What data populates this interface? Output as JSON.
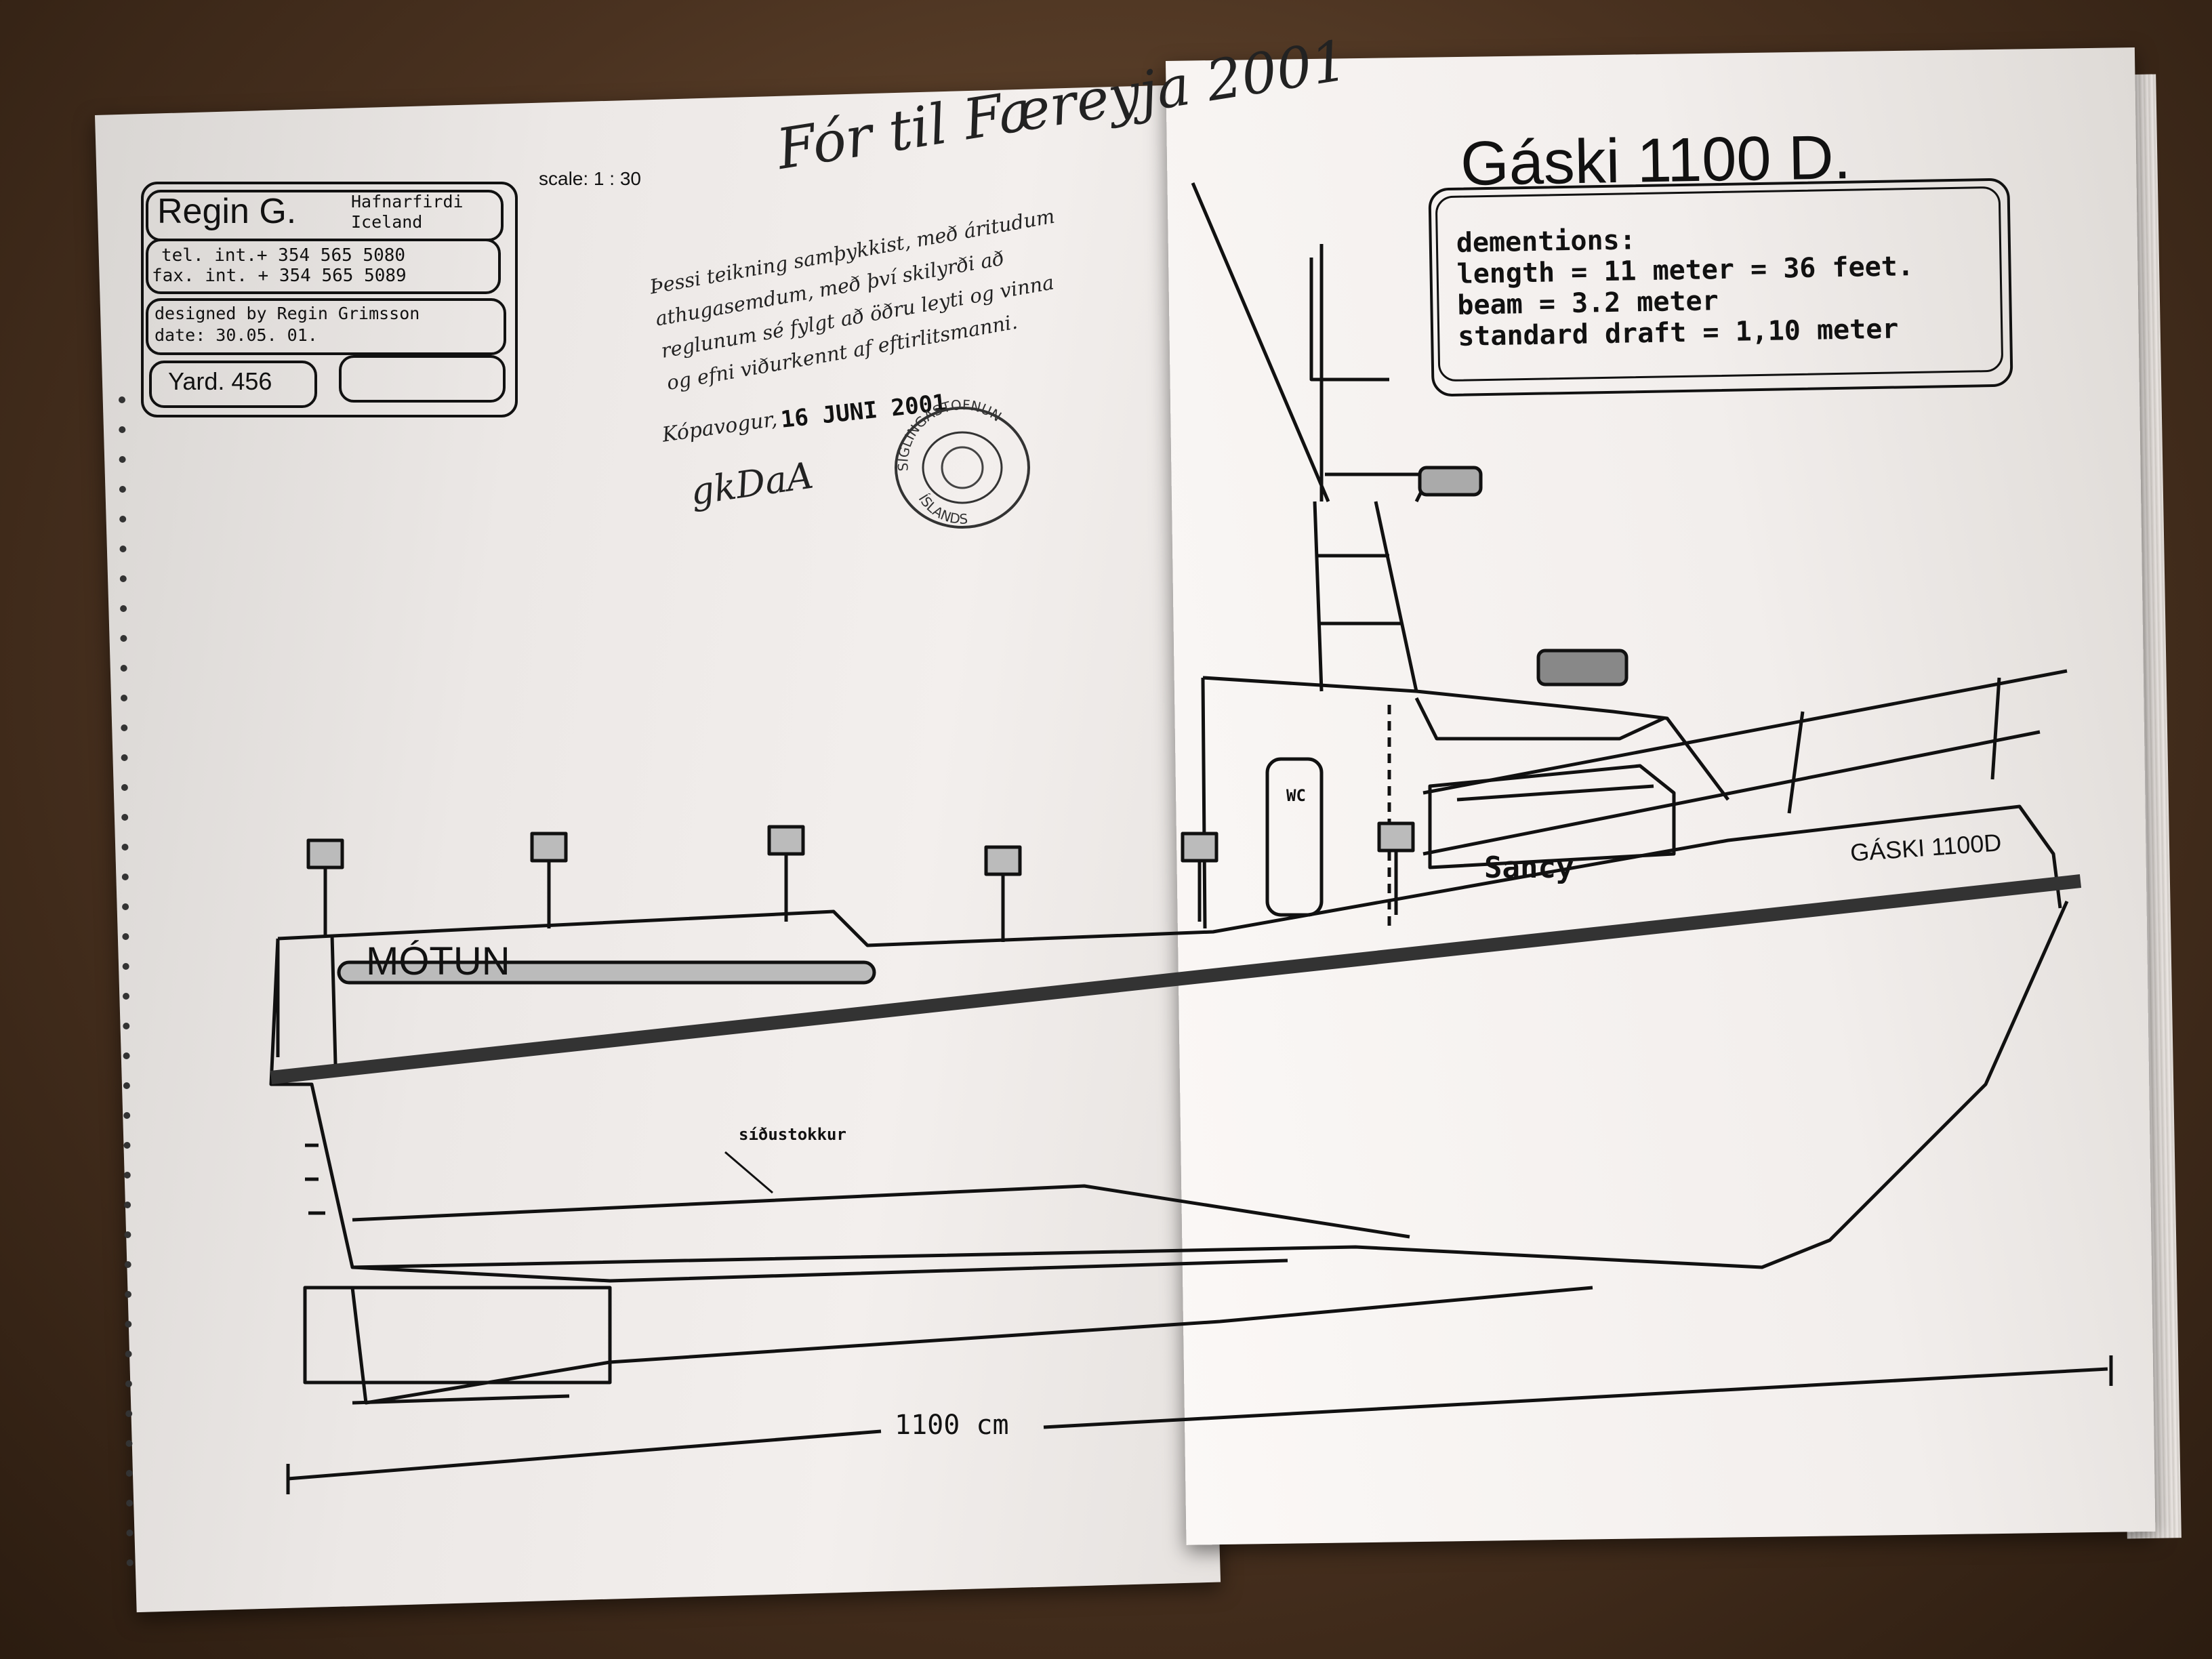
{
  "title_block": {
    "company": "Regin G.",
    "town": "Hafnarfirdi",
    "country": "Iceland",
    "tel": "tel. int.+ 354 565 5080",
    "fax": "fax. int. + 354 565 5089",
    "designer": "designed by Regin Grimsson",
    "date": "date: 30.05. 01.",
    "yard": "Yard. 456"
  },
  "scale": "scale: 1 : 30",
  "handwritten_note": "Fór til Færeyja 2001",
  "approval": {
    "line1": "Þessi teikning samþykkist, með áritudum",
    "line2": "athugasemdum, með því skilyrði að",
    "line3": "reglunum sé fylgt að öðru leyti og vinna",
    "line4": "og efni viðurkennt af eftirlitsmanni.",
    "place": "Kópavogur,",
    "date": "16 JUNI 2001",
    "signature": "gkDaA",
    "stamp_top": "SIGLINGASTOFNUN",
    "stamp_bottom": "ÍSLANDS"
  },
  "boat_title": "Gáski 1100 D.",
  "dimensions": {
    "heading": "dementions:",
    "length": "length = 11 meter = 36 feet.",
    "beam": "beam = 3.2 meter",
    "draft": "standard draft = 1,10 meter"
  },
  "drawing": {
    "hull_brand": "MÓTUN",
    "boat_name": "Sancy",
    "bow_name": "GÁSKI 1100D",
    "wc_label": "WC",
    "side_label": "síðustokkur",
    "length_label": "1100 cm"
  }
}
